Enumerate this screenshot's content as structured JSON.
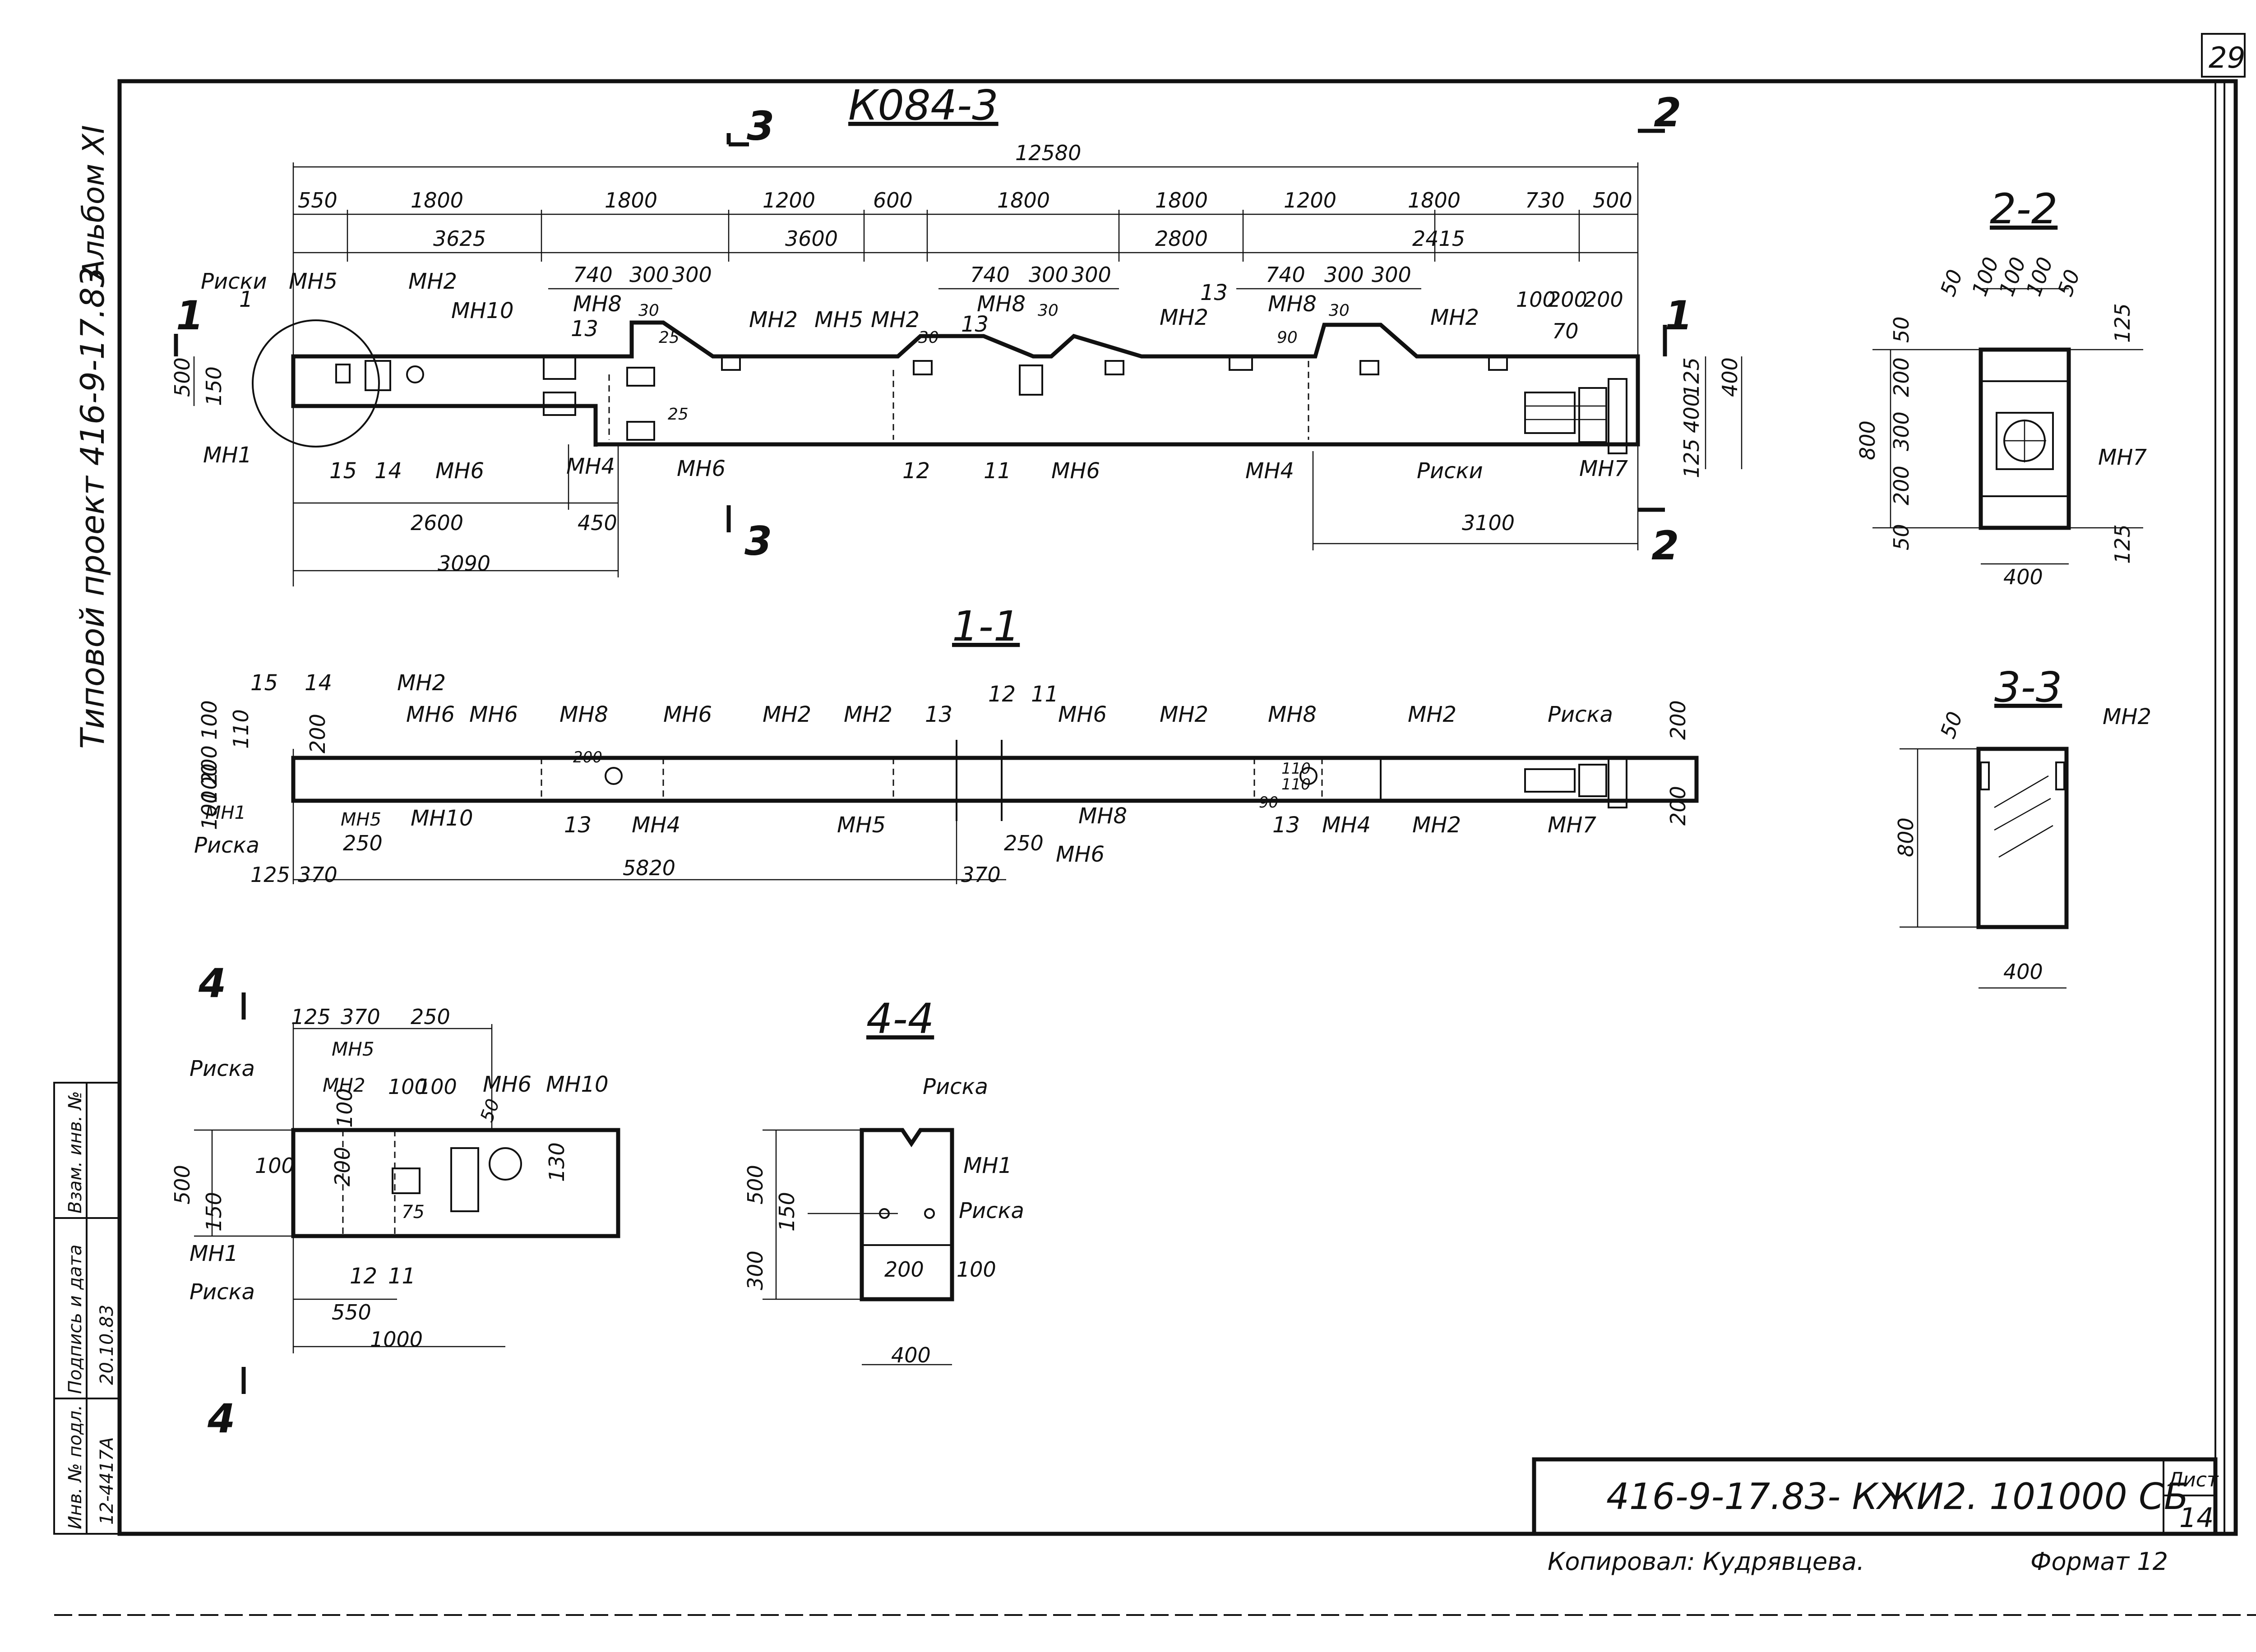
{
  "sheet": {
    "page_number": "29",
    "album": "Альбом XI",
    "project": "Типовой проект 416-9-17.83",
    "drawing_code": "416-9-17.83- КЖИ2. 101000 СБ",
    "sheet_label": "Лист",
    "sheet_number": "14",
    "copied_by": "Копировал: Кудрявцева.",
    "format": "Формат 12"
  },
  "stamp": {
    "inv_no": "Инв. № подл.",
    "signature_date": "Подпись и дата",
    "replaces_inv": "Взам. инв. №",
    "inv_value": "12-4417А",
    "date_value": "20.10.83"
  },
  "main_view": {
    "title": "К084-3",
    "overall": "12580",
    "segments_top": [
      "550",
      "1800",
      "1800",
      "1200",
      "600",
      "1800",
      "1800",
      "1200",
      "1800",
      "730",
      "500"
    ],
    "segments_mid": [
      "3625",
      "3600",
      "2800",
      "2415"
    ],
    "notch_dims": [
      "740",
      "300",
      "300"
    ],
    "notch_dims_2": [
      "740",
      "300",
      "300"
    ],
    "notch_dims_3": [
      "740",
      "300",
      "300"
    ],
    "dims_right_end": [
      "100",
      "200",
      "200",
      "70"
    ],
    "dims_left_v": [
      "500",
      "150"
    ],
    "dims_right_v": [
      "125",
      "400",
      "400",
      "125"
    ],
    "dims_bottom": [
      "2600",
      "450",
      "3090",
      "3100"
    ],
    "small_dims": [
      "30",
      "25",
      "25",
      "30",
      "30",
      "90",
      "30"
    ],
    "labels": [
      "Риски",
      "МН5",
      "МН2",
      "МН10",
      "1",
      "МН1",
      "15",
      "14",
      "МН6",
      "13",
      "МН8",
      "МН4",
      "МН6",
      "МН2",
      "МН5",
      "МН2",
      "13",
      "МН8",
      "МН2",
      "13",
      "МН8",
      "МН2",
      "12",
      "11",
      "МН6",
      "МН4",
      "Риски",
      "МН7"
    ],
    "cut_marks": [
      "3",
      "2",
      "1",
      "1",
      "3",
      "2"
    ]
  },
  "section_1_1": {
    "title": "1-1",
    "labels_top": [
      "15",
      "14",
      "МН2",
      "МН6",
      "МН6",
      "МН8",
      "МН6",
      "МН2",
      "МН2",
      "13",
      "12",
      "11",
      "МН6",
      "МН2",
      "МН8",
      "МН2",
      "Риска"
    ],
    "labels_bottom": [
      "МН1",
      "Риска",
      "МН5",
      "МН10",
      "13",
      "МН4",
      "МН5",
      "МН8",
      "МН6",
      "13",
      "МН4",
      "МН2",
      "МН7"
    ],
    "dims_left": [
      "100",
      "200",
      "100",
      "110",
      "200",
      "100"
    ],
    "dims": [
      "125",
      "370",
      "250",
      "5820",
      "370",
      "250",
      "200",
      "200",
      "110",
      "110",
      "90",
      "200"
    ]
  },
  "section_2_2": {
    "title": "2-2",
    "dims_top": [
      "50",
      "100",
      "100",
      "100",
      "50"
    ],
    "dims_left": [
      "50",
      "200",
      "800",
      "300",
      "200",
      "50"
    ],
    "dims_right": [
      "125",
      "125"
    ],
    "width": "400",
    "label": "МН7"
  },
  "section_3_3": {
    "title": "3-3",
    "dims": [
      "50",
      "800",
      "400"
    ],
    "label": "МН2"
  },
  "detail_4": {
    "mark": "4",
    "mark_bottom": "4",
    "dims_top": [
      "125",
      "370",
      "250"
    ],
    "dims_inner": [
      "100",
      "100",
      "100",
      "200",
      "75",
      "50",
      "130",
      "100"
    ],
    "dims_left": [
      "500",
      "150"
    ],
    "dims_bottom": [
      "550",
      "1000"
    ],
    "labels": [
      "Риска",
      "МН5",
      "МН2",
      "МН6",
      "МН10",
      "МН1",
      "Риска",
      "12",
      "11"
    ]
  },
  "section_4_4": {
    "title": "4-4",
    "labels": [
      "Риска",
      "МН1",
      "Риска"
    ],
    "dims_left": [
      "500",
      "150",
      "300"
    ],
    "dims_inner": [
      "200",
      "100"
    ],
    "width": "400"
  }
}
